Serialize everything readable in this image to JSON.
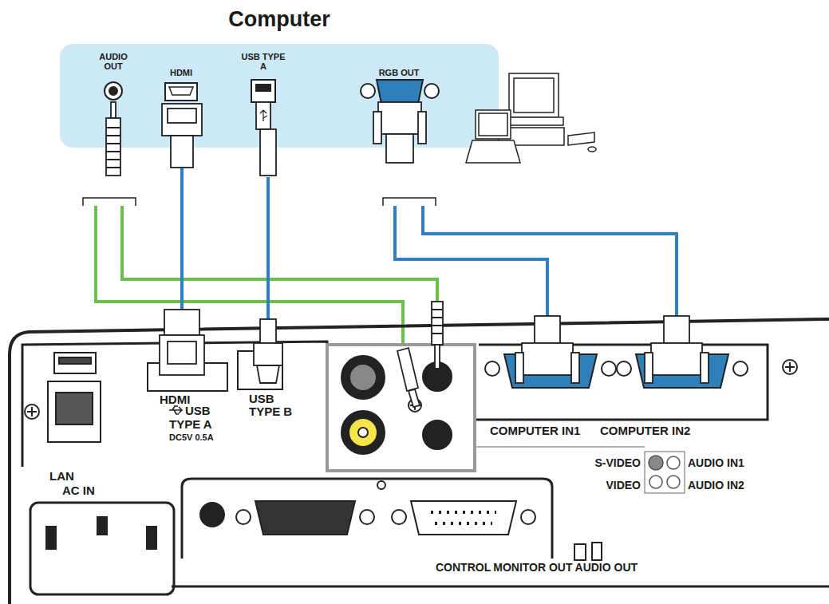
{
  "diagram": {
    "nodes": [
      {
        "text": [
          "Computer"
        ]
      }
    ],
    "labels": [
      "AUDIO OUT",
      "HDMI",
      "USB TYPE A",
      "RGB OUT",
      "LAN",
      "AC IN",
      "HDMI",
      "USB",
      "TYPE A",
      "DC5V 0.5A",
      "USB TYPE B",
      "COMPUTER IN1",
      "COMPUTER IN2",
      "S-VIDEO",
      "AUDIO IN1",
      "VIDEO",
      "AUDIO IN2",
      "CONTROL",
      "MONITOR OUT",
      "AUDIO OUT"
    ]
  }
}
